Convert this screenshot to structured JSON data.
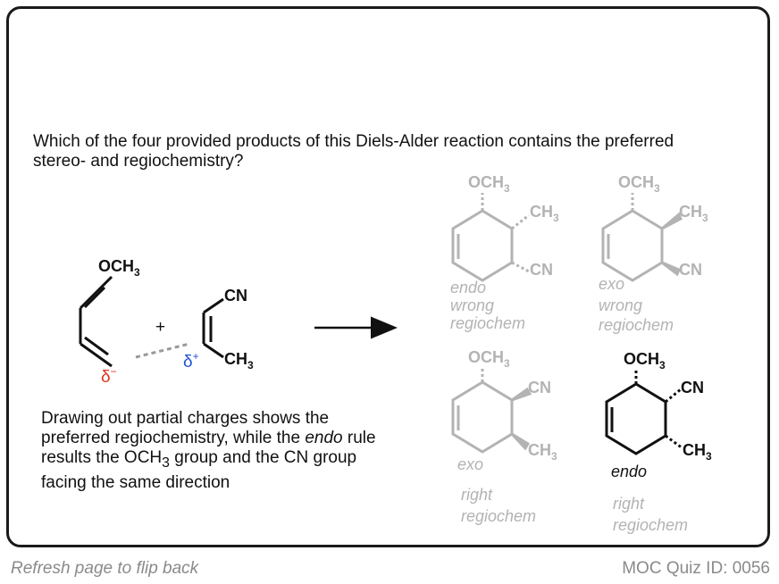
{
  "question": "Which of the four provided products of this Diels-Alder reaction contains the preferred stereo- and regiochemistry?",
  "explanation": {
    "part1": "Drawing out partial charges shows the preferred regiochemistry, while the ",
    "emph": "endo",
    "part2": " rule results the OCH",
    "sub": "3",
    "part3": " group and the CN group facing the same direction"
  },
  "reactants": {
    "diene_substituent": "OCH",
    "diene_sub_index": "3",
    "plus": "+",
    "dienophile_top": "CN",
    "dienophile_bottom": "CH",
    "dienophile_bottom_index": "3",
    "delta_minus": "δ",
    "delta_minus_sign": "−",
    "delta_plus": "δ",
    "delta_plus_sign": "+"
  },
  "products": [
    {
      "top": "OCH",
      "top_index": "3",
      "side1": "CH",
      "side1_index": "3",
      "side2": "CN",
      "label1": "endo",
      "label2": "wrong",
      "label3": "regiochem"
    },
    {
      "top": "OCH",
      "top_index": "3",
      "side1": "CH",
      "side1_index": "3",
      "side2": "CN",
      "label1": "exo",
      "label2": "wrong",
      "label3": "regiochem"
    },
    {
      "top": "OCH",
      "top_index": "3",
      "side1": "CN",
      "side2": "CH",
      "side2_index": "3",
      "label1": "exo",
      "label2": "right",
      "label3": "regiochem"
    },
    {
      "top": "OCH",
      "top_index": "3",
      "side1": "CN",
      "side2": "CH",
      "side2_index": "3",
      "label1": "endo",
      "label2": "right",
      "label3": "regiochem"
    }
  ],
  "colors": {
    "delta_minus": "#e0321e",
    "delta_plus": "#2050d8",
    "faded": "#b3b3b3",
    "ink": "#111111"
  },
  "footer": {
    "left": "Refresh page to flip back",
    "right": "MOC Quiz ID: 0056"
  }
}
